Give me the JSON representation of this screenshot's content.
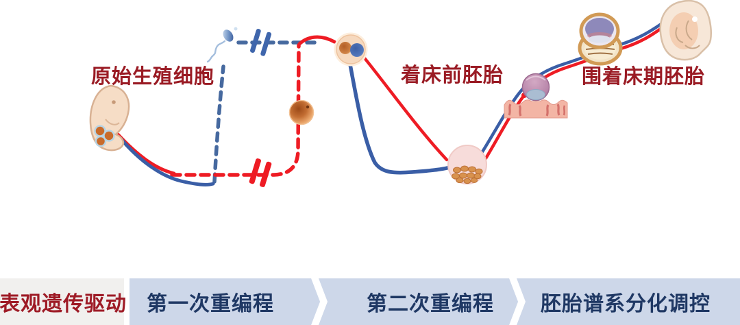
{
  "figure": {
    "stage_labels": {
      "pgc": "原始生殖细胞",
      "preimplantation_embryo": "着床前胚胎",
      "periimplantation_embryo": "围着床期胚胎"
    },
    "icons": {
      "fetus_left": "embryo-with-primordial-germ-cells",
      "sperm": "sperm-cell",
      "oocyte": "oocyte-egg-cell",
      "zygote": "zygote-with-two-pronuclei",
      "blastocyst": "blastocyst",
      "implantation": "blastocyst-implanting-into-uterine-wall",
      "egg_cylinder": "post-implantation-egg-cylinder-embryo",
      "fetus_right": "later-stage-embryo"
    },
    "legend_colors": {
      "red_line": "#ee1c24",
      "blue_line": "#3a5ea6",
      "label_text": "#9a1b24"
    }
  },
  "timeline": {
    "segments": [
      {
        "id": "epigenetic-drive",
        "label": "表观遗传驱动"
      },
      {
        "id": "first-reprogramming",
        "label": "第一次重编程"
      },
      {
        "id": "second-reprogramming",
        "label": "第二次重编程"
      },
      {
        "id": "lineage-differentiation",
        "label": "胚胎谱系分化调控"
      }
    ],
    "colors": {
      "first_bg": "#f1f0ee",
      "first_text": "#9e1b26",
      "rest_bg": "#cdd7e9",
      "rest_text": "#1f3864",
      "separator": "#ffffff"
    }
  }
}
